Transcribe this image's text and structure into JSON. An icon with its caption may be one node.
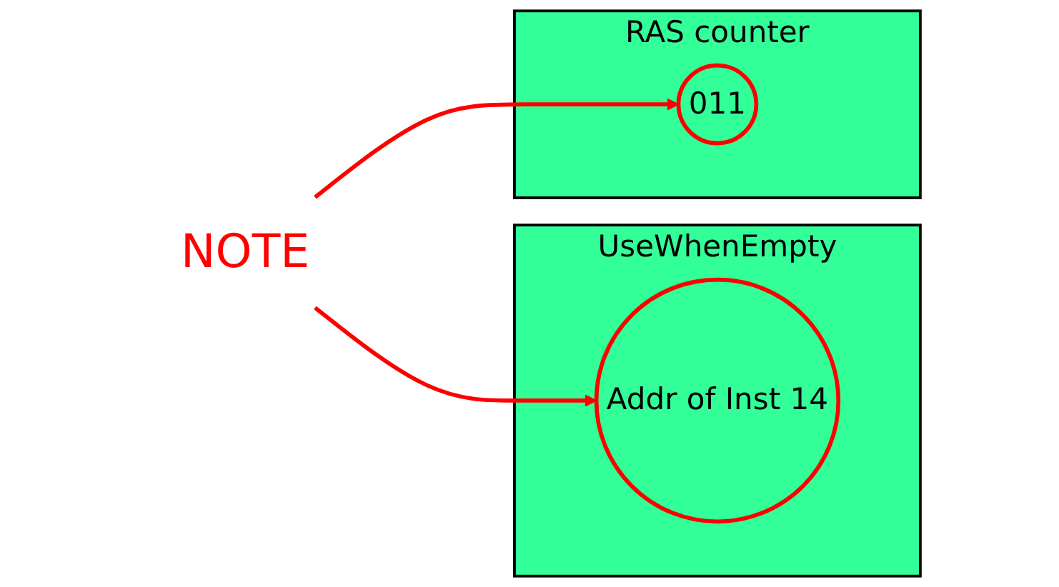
{
  "diagram": {
    "nodes": [
      {
        "text": [
          "NOTE"
        ]
      },
      {
        "text": [
          "UseWhenEmpty"
        ]
      },
      {
        "text": [
          "Addr of Inst 14"
        ],
        "in": 1
      },
      {
        "text": [
          "RAS counter"
        ]
      },
      {
        "text": [
          "011"
        ],
        "in": 3
      }
    ],
    "edges": [
      {
        "from": 0,
        "to": 2,
        "arrow": "to"
      },
      {
        "from": 0,
        "to": 4,
        "arrow": "to"
      }
    ]
  }
}
